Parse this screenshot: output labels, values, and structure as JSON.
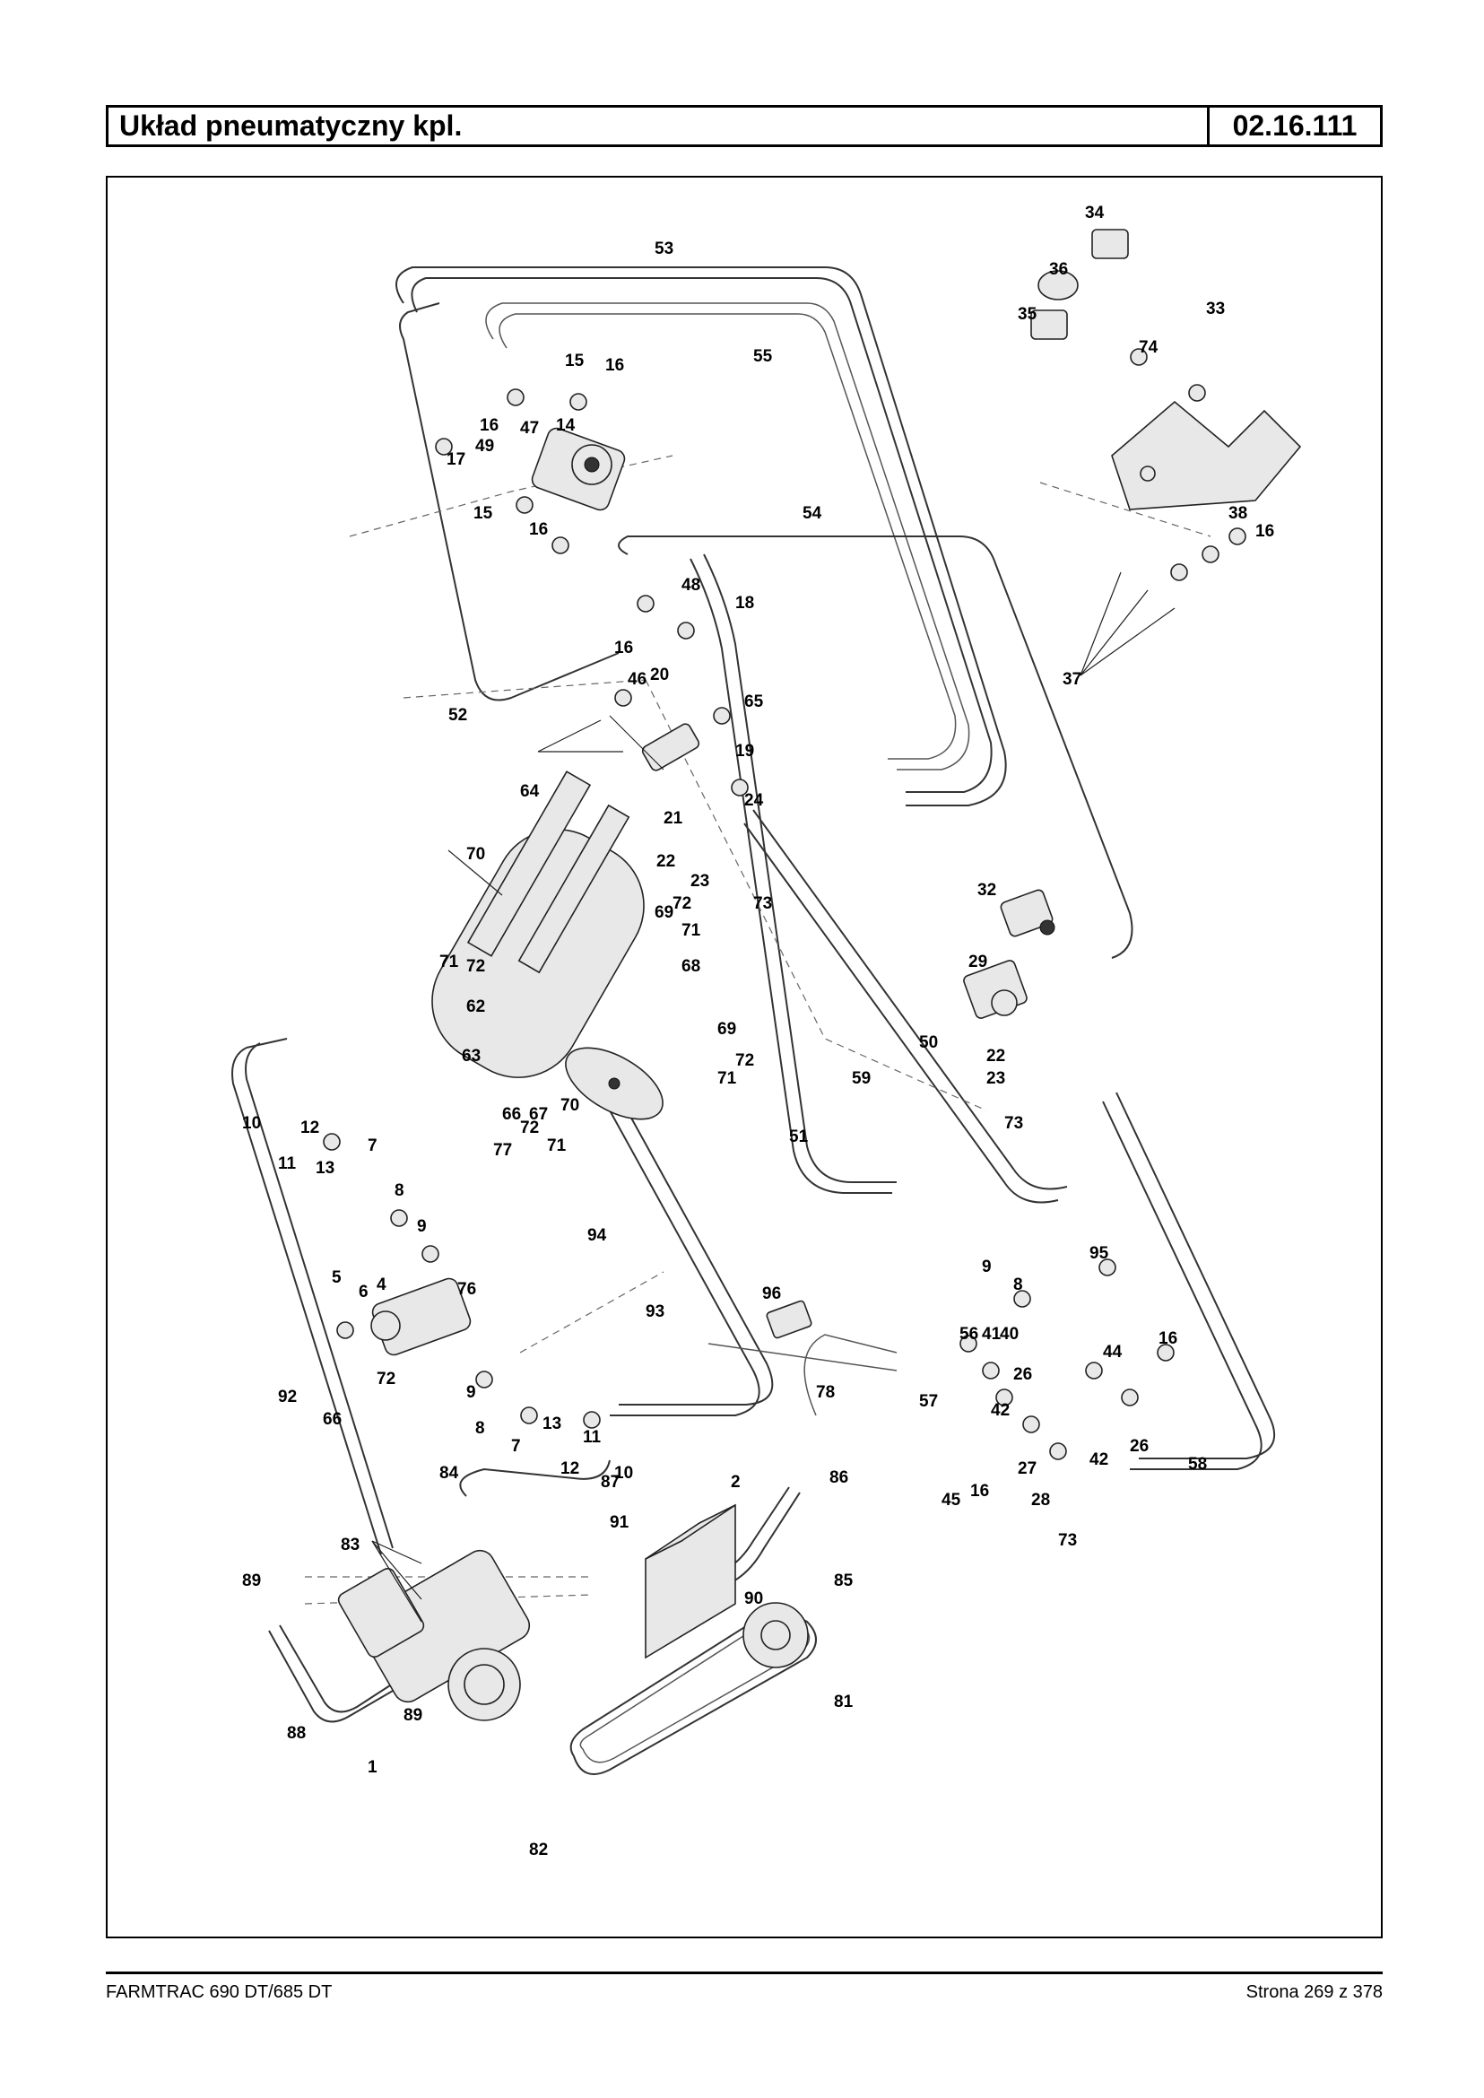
{
  "header": {
    "title": "Układ pneumatyczny kpl.",
    "code": "02.16.111"
  },
  "diagram": {
    "part_numbers": [
      "1",
      "2",
      "4",
      "5",
      "6",
      "7",
      "7",
      "8",
      "8",
      "8",
      "9",
      "9",
      "9",
      "10",
      "10",
      "11",
      "11",
      "12",
      "12",
      "13",
      "13",
      "14",
      "15",
      "15",
      "16",
      "16",
      "16",
      "16",
      "16",
      "16",
      "16",
      "17",
      "18",
      "19",
      "20",
      "21",
      "22",
      "22",
      "23",
      "23",
      "24",
      "26",
      "26",
      "27",
      "28",
      "29",
      "32",
      "33",
      "34",
      "35",
      "36",
      "37",
      "38",
      "40",
      "41",
      "42",
      "42",
      "44",
      "45",
      "46",
      "47",
      "48",
      "49",
      "50",
      "51",
      "52",
      "53",
      "54",
      "55",
      "56",
      "57",
      "58",
      "59",
      "62",
      "63",
      "64",
      "65",
      "66",
      "66",
      "67",
      "68",
      "69",
      "69",
      "70",
      "70",
      "71",
      "71",
      "71",
      "71",
      "72",
      "72",
      "72",
      "72",
      "72",
      "73",
      "73",
      "73",
      "74",
      "76",
      "77",
      "78",
      "81",
      "82",
      "83",
      "84",
      "85",
      "86",
      "87",
      "88",
      "89",
      "89",
      "90",
      "91",
      "92",
      "93",
      "94",
      "95",
      "96"
    ]
  },
  "footer": {
    "left": "FARMTRAC 690 DT/685 DT",
    "right": "Strona 269 z 378"
  }
}
